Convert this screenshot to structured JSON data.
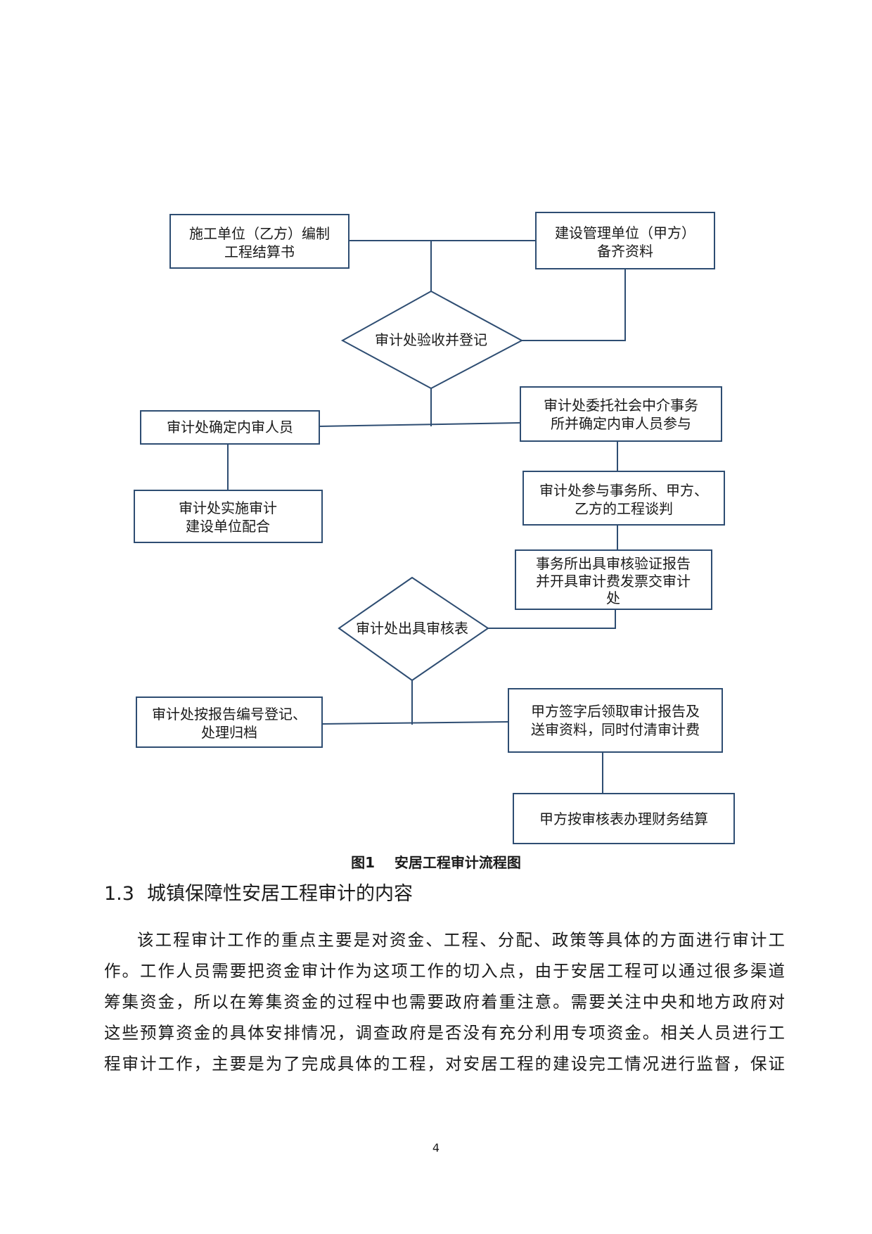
{
  "figure": {
    "nodes": {
      "n1": [
        "施工单位（乙方）编制",
        "工程结算书"
      ],
      "n2": [
        "建设管理单位（甲方）",
        "备齐资料"
      ],
      "n3": [
        "审计处验收并登记"
      ],
      "n4": [
        "审计处确定内审人员"
      ],
      "n5": [
        "审计处委托社会中介事务",
        "所并确定内审人员参与"
      ],
      "n6": [
        "审计处实施审计",
        "建设单位配合"
      ],
      "n7": [
        "审计处参与事务所、甲方、",
        "乙方的工程谈判"
      ],
      "n8": [
        "事务所出具审核验证报告",
        "并开具审计费发票交审计",
        "处"
      ],
      "n9": [
        "审计处出具审核表"
      ],
      "n10": [
        "审计处按报告编号登记、",
        "处理归档"
      ],
      "n11": [
        "甲方签字后领取审计报告及",
        "送审资料，同时付清审计费"
      ],
      "n12": [
        "甲方按审核表办理财务结算"
      ]
    },
    "caption_label": "图1",
    "caption_title": "安居工程审计流程图",
    "colors": {
      "stroke": "#2e4d72",
      "text": "#1a1a1a"
    }
  },
  "section": {
    "number": "1.3",
    "title": "城镇保障性安居工程审计的内容"
  },
  "body": {
    "lines": [
      "该工程审计工作的重点主要是对资金、工程、分配、政策等具体的方面进行审计工",
      "作。工作人员需要把资金审计作为这项工作的切入点，由于安居工程可以通过很多渠道",
      "筹集资金，所以在筹集资金的过程中也需要政府着重注意。需要关注中央和地方政府对",
      "这些预算资金的具体安排情况，调查政府是否没有充分利用专项资金。相关人员进行工",
      "程审计工作，主要是为了完成具体的工程，对安居工程的建设完工情况进行监督，保证"
    ]
  },
  "page_number": "4"
}
